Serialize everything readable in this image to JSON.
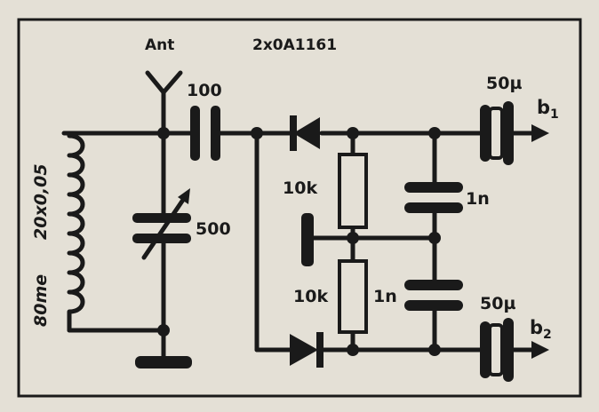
{
  "diagram": {
    "antenna_label": "Ant",
    "diode_type": "2x0A1161",
    "coil_turns": "20x0,05",
    "coil_core": "80me",
    "c_antenna": "100",
    "c_variable": "500",
    "r_top": "10k",
    "r_bottom": "10k",
    "c_top": "1n",
    "c_bottom": "1n",
    "c_out_top": "50µ",
    "c_out_bottom": "50µ",
    "out_top": "b",
    "out_top_sub": "1",
    "out_bottom": "b",
    "out_bottom_sub": "2"
  },
  "colors": {
    "ink": "#1a1a1a",
    "paper": "#e4e0d6"
  }
}
